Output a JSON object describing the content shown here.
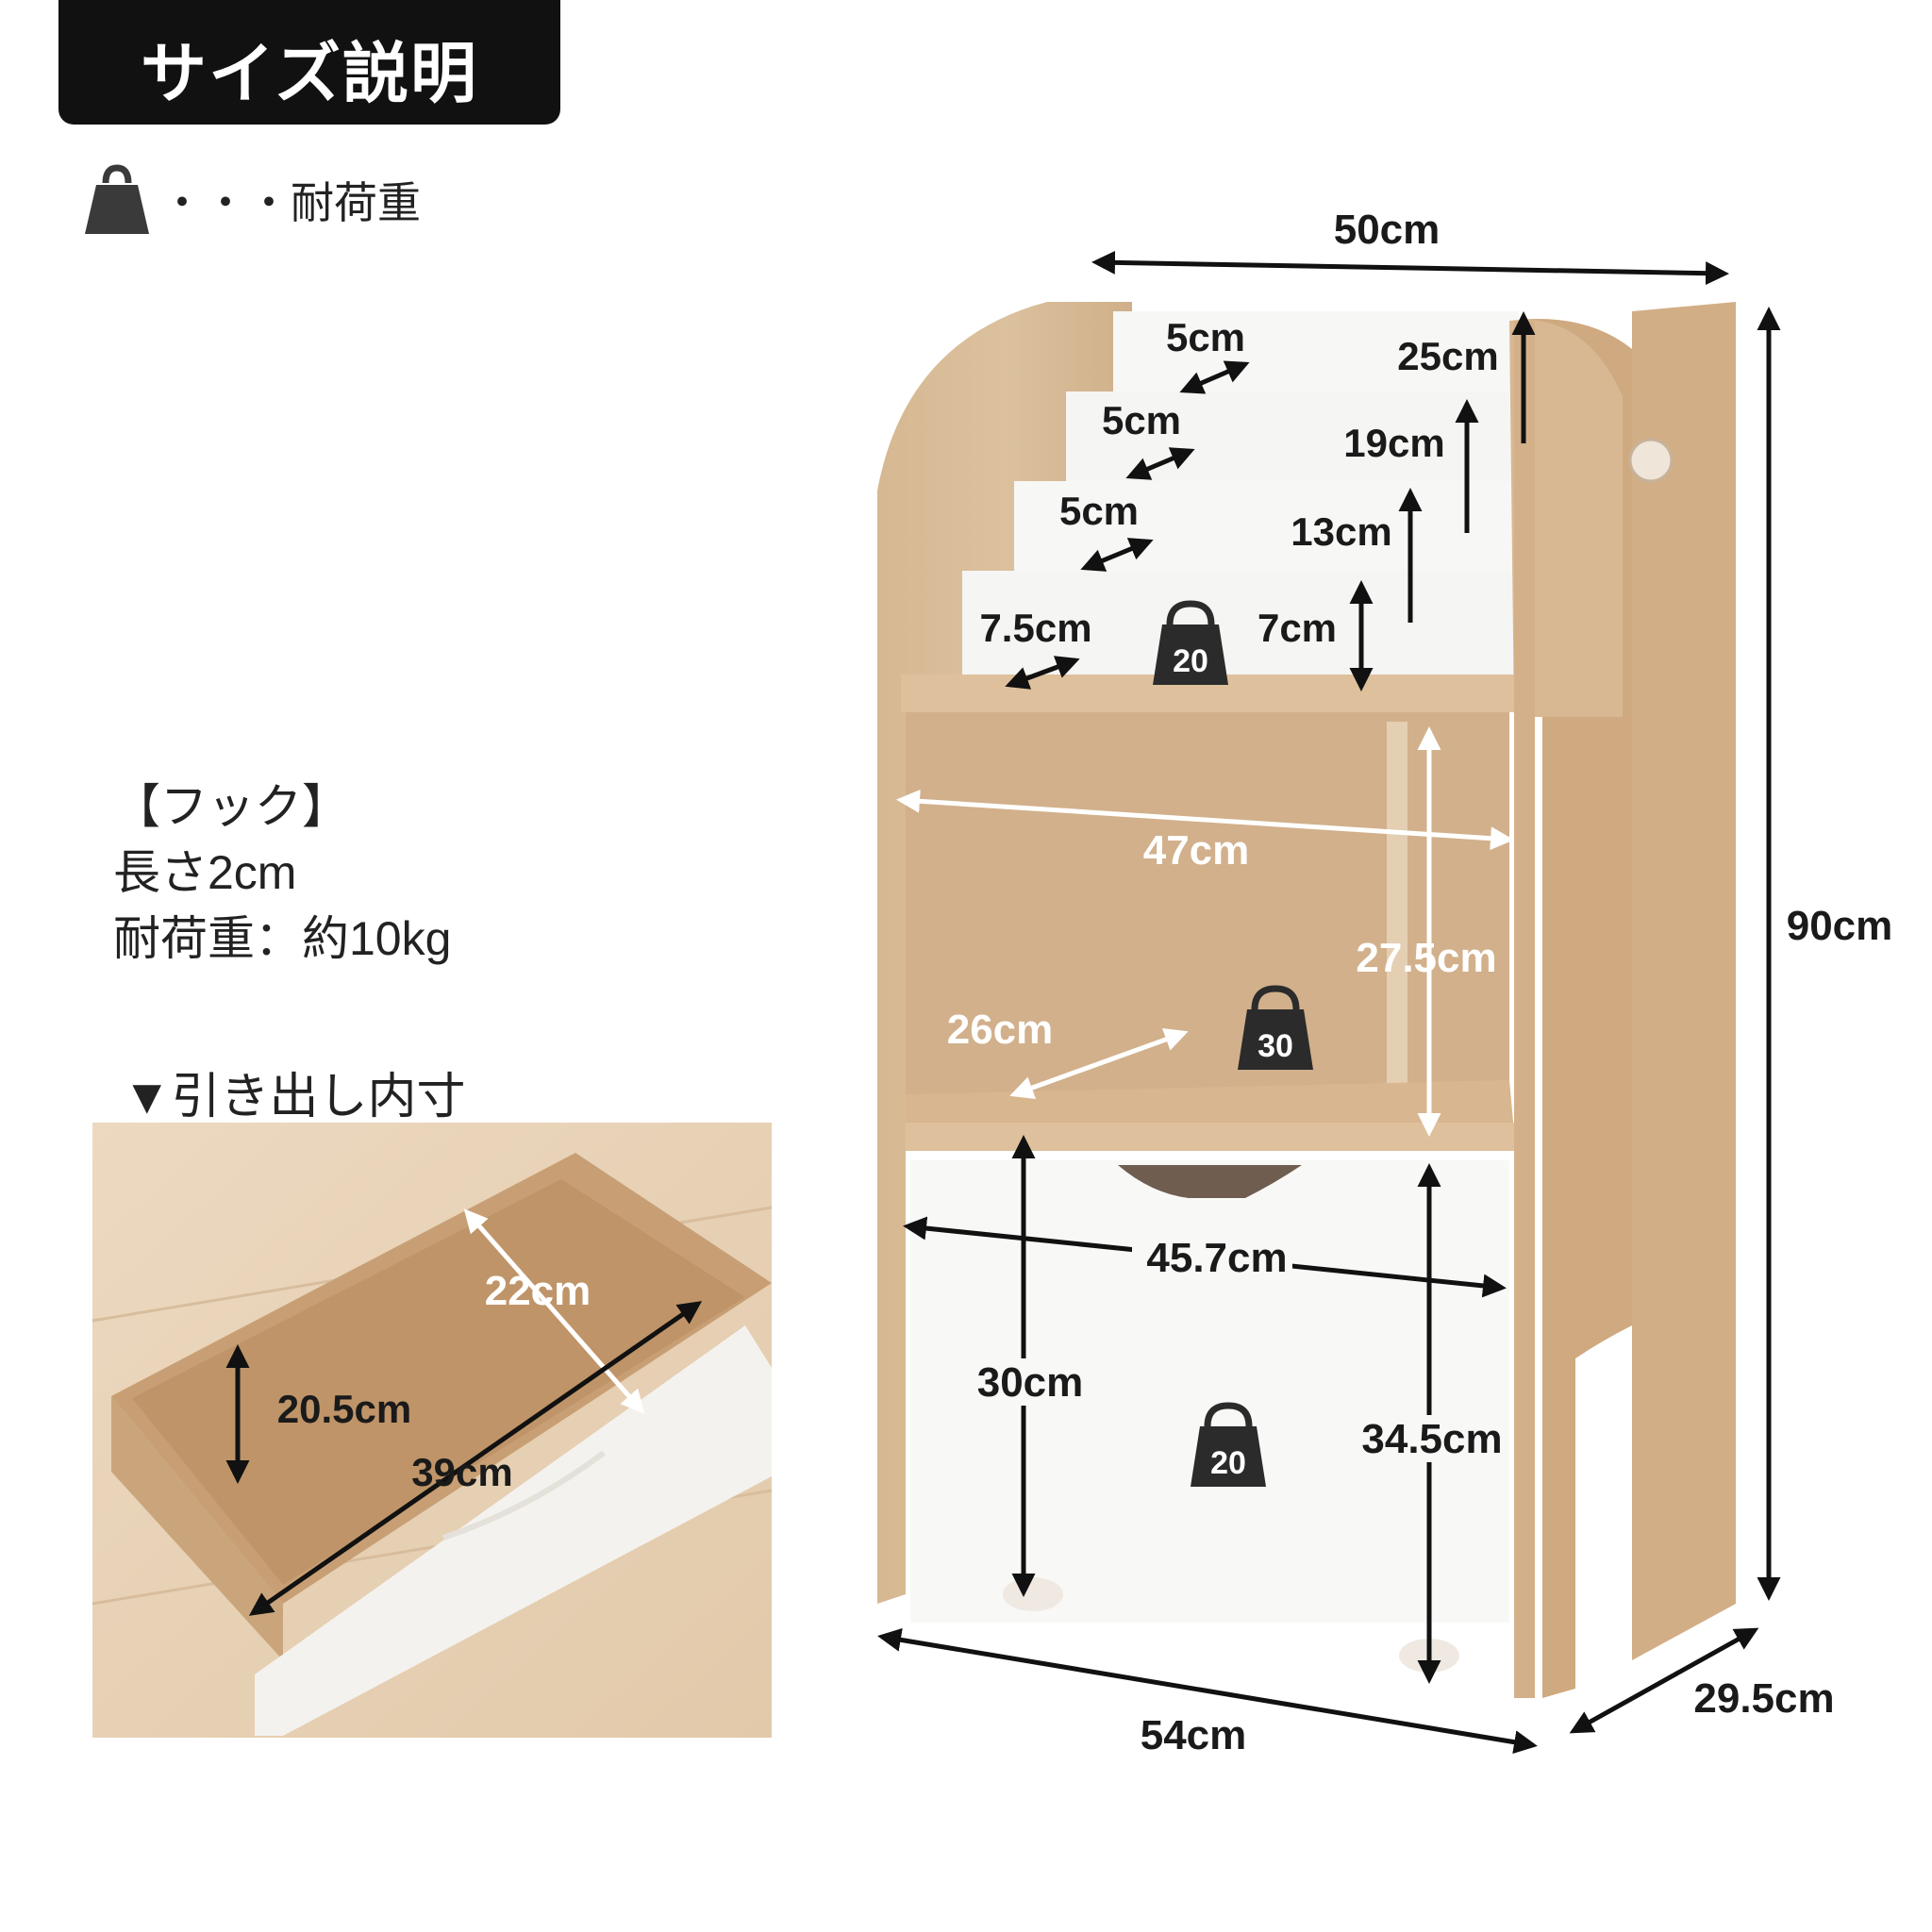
{
  "header": {
    "title": "サイズ説明"
  },
  "legend": {
    "icon": "weight-icon",
    "text": "・・・耐荷重"
  },
  "hook": {
    "heading": "【フック】",
    "length": "長さ2cm",
    "load": "耐荷重：約10kg"
  },
  "drawer_section": {
    "heading": "▼引き出し内寸"
  },
  "drawer_dims": {
    "depth": "22cm",
    "height": "20.5cm",
    "width": "39cm"
  },
  "shelf_dims": {
    "top_width": "50cm",
    "tier_depth_1": "5cm",
    "tier_depth_2": "5cm",
    "tier_depth_3": "5cm",
    "tier_depth_4": "7.5cm",
    "tier_height_1": "25cm",
    "tier_height_2": "19cm",
    "tier_height_3": "13cm",
    "tier_height_4": "7cm",
    "inner_width": "47cm",
    "inner_height": "27.5cm",
    "inner_depth": "26cm",
    "drawer_width": "45.7cm",
    "drawer_height": "30cm",
    "drawer_total_height": "34.5cm",
    "total_height": "90cm",
    "base_width": "54cm",
    "base_depth": "29.5cm"
  },
  "load_badges": {
    "top": "20",
    "middle": "30",
    "drawer": "20"
  },
  "colors": {
    "wood": "#d9bd98",
    "wood_dark": "#c9a882",
    "panel_white": "#f7f7f5",
    "badge": "#2b2b2b",
    "header_bg": "#111111"
  }
}
